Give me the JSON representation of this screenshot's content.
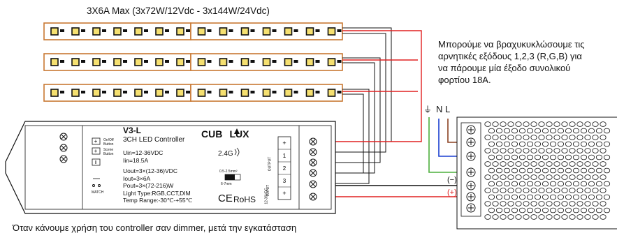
{
  "top_caption": "3X6A Max (3x72W/12Vdc - 3x144W/24Vdc)",
  "note_lines": [
    "Μπορούμε να βραχυκυκλώσουμε τις",
    "αρνητικές εξόδους 1,2,3 (R,G,B) για",
    "να πάρουμε μία έξοδο συνολικού",
    "φορτίου 18Α."
  ],
  "bottom_caption": "Όταν κάνουμε χρήση του controller σαν dimmer, μετά την εγκατάσταση",
  "psu": {
    "ground_symbol": "⏚",
    "n_label": "N",
    "l_label": "L",
    "minus_label": "(−)",
    "plus_label": "(+)"
  },
  "controller": {
    "model": "V3-L",
    "subtitle": "3CH LED Controller",
    "brand_left": "CUB",
    "brand_right": "LUX",
    "onoff_label": "On/Off",
    "button_label": "Button",
    "scene_label": "Scene",
    "scene_button_label": "Button",
    "match_label": "MATCH",
    "freq": "2.4G",
    "wire_spec_top": "0.5-2.5mm²",
    "wire_spec_bottom": "6-7mm",
    "specs": [
      "Uin=12-36VDC",
      "Iin=18.5A"
    ],
    "out_specs": [
      "Uout=3×(12-36)VDC",
      "Iout=3×6A",
      "Pout=3×(72-216)W",
      "Light Type:RGB,CCT,DIM",
      "Temp Range:-30℃-+55℃"
    ],
    "ce": "CE",
    "rohs": "RoHS",
    "output_label": "OUTPUT",
    "input_label": "IN PUT",
    "input_volt": "12-36VDC"
  },
  "colors": {
    "red": "#e02020",
    "blue": "#1a3fd0",
    "green": "#4caf3c",
    "brown": "#8a4020",
    "strip_border": "#c87832"
  }
}
